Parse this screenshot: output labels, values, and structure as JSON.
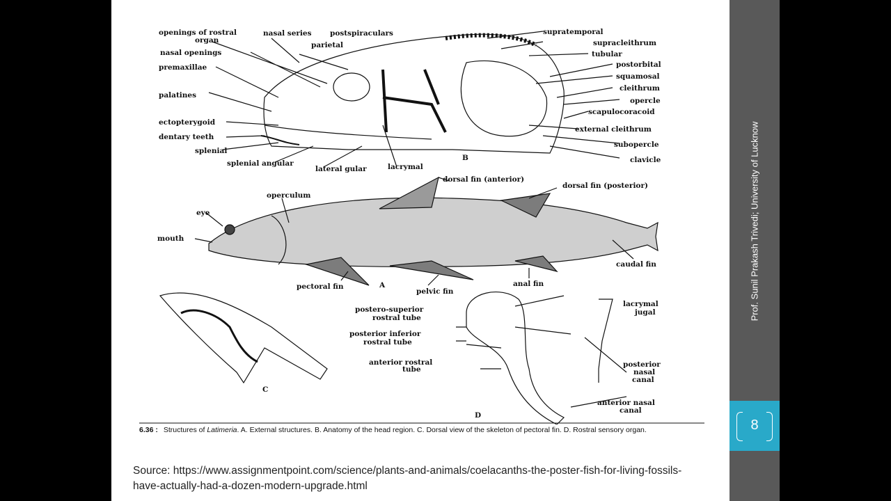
{
  "figure": {
    "head_labels_left": [
      "openings of rostral",
      "organ",
      "nasal series",
      "postspiraculars",
      "nasal openings",
      "parietal",
      "premaxillae",
      "palatines",
      "ectopterygoid",
      "dentary teeth",
      "splenial",
      "splenial angular",
      "lateral gular",
      "lacrymal"
    ],
    "head_labels_right": [
      "supratemporal",
      "supracleithrum",
      "tubular",
      "postorbital",
      "squamosal",
      "cleithrum",
      "opercle",
      "scapulocoracoid",
      "external cleithrum",
      "subopercle",
      "clavicle"
    ],
    "panel_b": "B",
    "body_labels": [
      "dorsal fin (anterior)",
      "dorsal fin (posterior)",
      "operculum",
      "eye",
      "mouth",
      "caudal fin",
      "pectoral fin",
      "pelvic fin",
      "anal fin"
    ],
    "panel_a": "A",
    "panel_c": "C",
    "rostral_labels": [
      "postero-superior",
      "rostral tube",
      "posterior inferior",
      "rostral tube",
      "anterior rostral",
      "tube",
      "lacrymal",
      "jugal",
      "posterior",
      "nasal",
      "canal",
      "anterior nasal",
      "canal"
    ],
    "panel_d": "D",
    "caption_number": "6.36 :",
    "caption_text_1": "Structures of ",
    "caption_italic": "Latimeria",
    "caption_text_2": ". A. External structures. B. Anatomy of the head region. C. Dorsal view of the skeleton of pectoral fin. D. Rostral sensory organ."
  },
  "source_text": "Source: https://www.assignmentpoint.com/science/plants-and-animals/coelacanths-the-poster-fish-for-living-fossils-have-actually-had-a-dozen-modern-upgrade.html",
  "sidebar": {
    "credit": "Prof. Sunil Prakash Trivedi; University of Lucknow",
    "page_number": "8"
  }
}
